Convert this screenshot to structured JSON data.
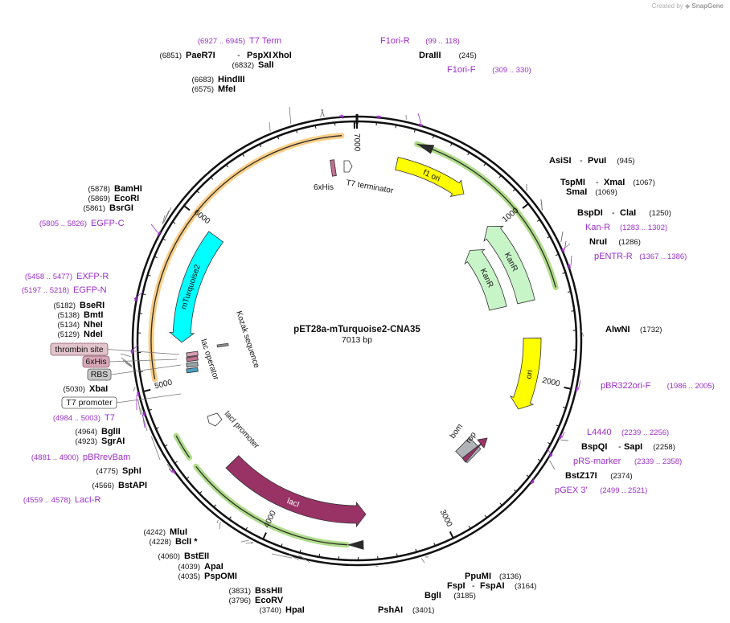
{
  "credit": {
    "prefix": "Created by",
    "brand": "SnapGene"
  },
  "plasmid": {
    "name": "pET28a-mTurquoise2-CNA35",
    "size": "7013 bp",
    "length": 7013
  },
  "colors": {
    "primer": "#9b30c8",
    "site": "#000000",
    "f1ori": "#ffff00",
    "ori": "#ffff00",
    "kanr": "#c8f5c8",
    "laci": "#993366",
    "mturquoise2": "#00ffff",
    "rop": "#993366",
    "bom": "#b0b4b8",
    "orange_band": "#f5a623",
    "green_band": "#6dbf2a"
  },
  "ticks": [
    {
      "pos": 1000,
      "label": "1000"
    },
    {
      "pos": 2000,
      "label": "2000"
    },
    {
      "pos": 3000,
      "label": "3000"
    },
    {
      "pos": 4000,
      "label": "4000"
    },
    {
      "pos": 5000,
      "label": "5000"
    },
    {
      "pos": 6000,
      "label": "6000"
    },
    {
      "pos": 7000,
      "label": "7000"
    }
  ],
  "features": [
    {
      "name": "f1 ori",
      "label": "f1 ori",
      "start": 246,
      "end": 702,
      "type": "ori_f1"
    },
    {
      "name": "KanR",
      "label": "KanR",
      "start": 950,
      "end": 1500,
      "type": "kanr"
    },
    {
      "name": "KanR",
      "label": "KanR",
      "start": 1000,
      "end": 1500,
      "type": "kanr"
    },
    {
      "name": "ori",
      "label": "ori",
      "start": 1736,
      "end": 2200,
      "type": "ori"
    },
    {
      "name": "bom",
      "label": "bom",
      "start": 2560,
      "end": 2700,
      "type": "bom"
    },
    {
      "name": "rop",
      "label": "rop",
      "start": 2900,
      "end": 3050,
      "type": "rop"
    },
    {
      "name": "lacI",
      "label": "lacI",
      "start": 3450,
      "end": 4400,
      "type": "laci"
    },
    {
      "name": "lacI promoter",
      "label": "lacI promoter",
      "start": 4420,
      "end": 4500,
      "type": "promoter"
    },
    {
      "name": "lac operator",
      "label": "lac operator",
      "start": 5050,
      "end": 5080,
      "type": "small"
    },
    {
      "name": "Kozak sequence",
      "label": "Kozak sequence",
      "start": 5100,
      "end": 5110,
      "type": "small"
    },
    {
      "name": "mTurquoise2",
      "label": "mTurquoise2",
      "start": 5250,
      "end": 5970,
      "type": "mturquoise2"
    },
    {
      "name": "6xHis",
      "label": "6xHis",
      "start": 6920,
      "end": 6940,
      "type": "small"
    },
    {
      "name": "T7 terminator",
      "label": "T7 terminator",
      "start": 6970,
      "end": 7005,
      "type": "small"
    }
  ],
  "sites": [
    {
      "label": "PaeR7I",
      "coord": "(6851)",
      "pos": 6851
    },
    {
      "label": "PspXI",
      "coord": "",
      "pos": 6851
    },
    {
      "label": "XhoI",
      "coord": "",
      "pos": 6851
    },
    {
      "label": "SalI",
      "coord": "(6832)",
      "pos": 6832
    },
    {
      "label": "HindIII",
      "coord": "(6683)",
      "pos": 6683
    },
    {
      "label": "MfeI",
      "coord": "(6575)",
      "pos": 6575
    },
    {
      "label": "DraIII",
      "coord": "(245)",
      "pos": 245
    },
    {
      "label": "AsiSI",
      "coord": "",
      "pos": 945
    },
    {
      "label": "PvuI",
      "coord": "(945)",
      "pos": 945
    },
    {
      "label": "TspMI",
      "coord": "",
      "pos": 1067
    },
    {
      "label": "XmaI",
      "coord": "(1067)",
      "pos": 1067
    },
    {
      "label": "SmaI",
      "coord": "(1069)",
      "pos": 1069
    },
    {
      "label": "BspDI",
      "coord": "",
      "pos": 1250
    },
    {
      "label": "ClaI",
      "coord": "(1250)",
      "pos": 1250
    },
    {
      "label": "NruI",
      "coord": "(1286)",
      "pos": 1286
    },
    {
      "label": "AlwNI",
      "coord": "(1732)",
      "pos": 1732
    },
    {
      "label": "BspQI",
      "coord": "",
      "pos": 2258
    },
    {
      "label": "SapI",
      "coord": "(2258)",
      "pos": 2258
    },
    {
      "label": "BstZ17I",
      "coord": "(2374)",
      "pos": 2374
    },
    {
      "label": "PpuMI",
      "coord": "(3136)",
      "pos": 3136
    },
    {
      "label": "FspI",
      "coord": "",
      "pos": 3164
    },
    {
      "label": "FspAI",
      "coord": "(3164)",
      "pos": 3164
    },
    {
      "label": "BglI",
      "coord": "(3185)",
      "pos": 3185
    },
    {
      "label": "PshAI",
      "coord": "(3401)",
      "pos": 3401
    },
    {
      "label": "HpaI",
      "coord": "(3740)",
      "pos": 3740
    },
    {
      "label": "EcoRV",
      "coord": "(3796)",
      "pos": 3796
    },
    {
      "label": "BssHII",
      "coord": "(3831)",
      "pos": 3831
    },
    {
      "label": "PspOMI",
      "coord": "(4035)",
      "pos": 4035
    },
    {
      "label": "ApaI",
      "coord": "(4039)",
      "pos": 4039
    },
    {
      "label": "BstEII",
      "coord": "(4060)",
      "pos": 4060
    },
    {
      "label": "BclI *",
      "coord": "(4228)",
      "pos": 4228
    },
    {
      "label": "MluI",
      "coord": "(4242)",
      "pos": 4242
    },
    {
      "label": "BstAPI",
      "coord": "(4566)",
      "pos": 4566
    },
    {
      "label": "SphI",
      "coord": "(4775)",
      "pos": 4775
    },
    {
      "label": "SgrAI",
      "coord": "(4923)",
      "pos": 4923
    },
    {
      "label": "BglII",
      "coord": "(4964)",
      "pos": 4964
    },
    {
      "label": "XbaI",
      "coord": "(5030)",
      "pos": 5030
    },
    {
      "label": "NdeI",
      "coord": "(5129)",
      "pos": 5129
    },
    {
      "label": "NheI",
      "coord": "(5134)",
      "pos": 5134
    },
    {
      "label": "BmtI",
      "coord": "(5138)",
      "pos": 5138
    },
    {
      "label": "BseRI",
      "coord": "(5182)",
      "pos": 5182
    },
    {
      "label": "BsrGI",
      "coord": "(5861)",
      "pos": 5861
    },
    {
      "label": "EcoRI",
      "coord": "(5869)",
      "pos": 5869
    },
    {
      "label": "BamHI",
      "coord": "(5878)",
      "pos": 5878
    }
  ],
  "primers": [
    {
      "label": "T7 Term",
      "coord": "(6927 .. 6945)",
      "pos": 6936
    },
    {
      "label": "F1ori-R",
      "coord": "(99 .. 118)",
      "pos": 108
    },
    {
      "label": "F1ori-F",
      "coord": "(309 .. 330)",
      "pos": 320
    },
    {
      "label": "Kan-R",
      "coord": "(1283 .. 1302)",
      "pos": 1292
    },
    {
      "label": "pENTR-R",
      "coord": "(1367 .. 1386)",
      "pos": 1376
    },
    {
      "label": "pBR322ori-F",
      "coord": "(1986 .. 2005)",
      "pos": 1995
    },
    {
      "label": "L4440",
      "coord": "(2239 .. 2256)",
      "pos": 2247
    },
    {
      "label": "pRS-marker",
      "coord": "(2339 .. 2358)",
      "pos": 2348
    },
    {
      "label": "pGEX 3'",
      "coord": "(2499 .. 2521)",
      "pos": 2510
    },
    {
      "label": "LacI-R",
      "coord": "(4559 .. 4578)",
      "pos": 4568
    },
    {
      "label": "pBRrevBam",
      "coord": "(4881 .. 4900)",
      "pos": 4890
    },
    {
      "label": "T7",
      "coord": "(4984 .. 5003)",
      "pos": 4993
    },
    {
      "label": "EGFP-N",
      "coord": "(5197 .. 5218)",
      "pos": 5207
    },
    {
      "label": "EXFP-R",
      "coord": "(5458 .. 5477)",
      "pos": 5467
    },
    {
      "label": "EGFP-C",
      "coord": "(5805 .. 5826)",
      "pos": 5815
    }
  ],
  "boxed": [
    {
      "label": "thrombin site",
      "style": "thrombin"
    },
    {
      "label": "6xHis",
      "style": "his"
    },
    {
      "label": "RBS",
      "style": "rbs"
    },
    {
      "label": "T7 promoter",
      "style": "t7p"
    }
  ],
  "small_labels": {
    "his": "6xHis",
    "t7term": "T7 terminator",
    "kozak": "Kozak sequence",
    "lacop": "lac operator",
    "lacprom": "lacI promoter",
    "bom": "bom",
    "rop": "rop"
  }
}
